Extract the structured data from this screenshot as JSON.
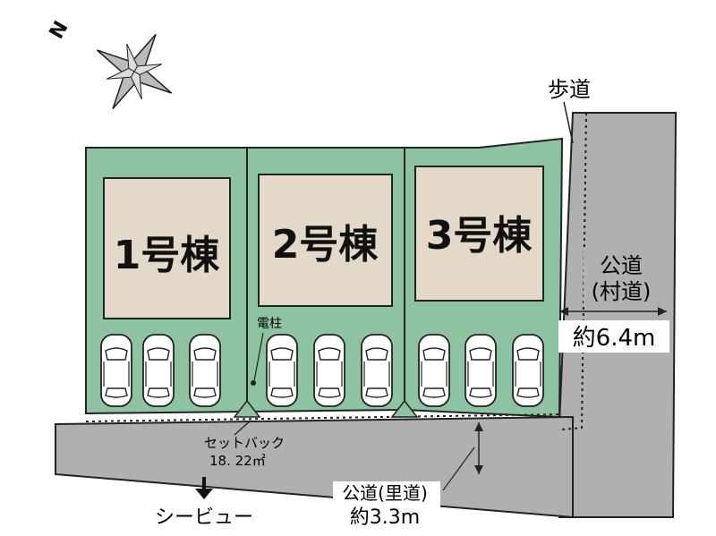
{
  "compass": {
    "north_letter": "N"
  },
  "lots": [
    {
      "label": "1号棟"
    },
    {
      "label": "2号棟"
    },
    {
      "label": "3号棟"
    }
  ],
  "labels": {
    "sidewalk": "歩道",
    "village_road_line1": "公道",
    "village_road_line2": "(村道)",
    "village_road_width": "約6.4m",
    "utility_pole": "電柱",
    "setback_line1": "セットバック",
    "setback_line2": "18. 22㎡",
    "sato_road_line1": "公道(里道)",
    "sato_road_width": "約3.3m",
    "seaview": "シービュー"
  },
  "colors": {
    "lot_green": "#8ec3a2",
    "building_beige": "#e4d9c8",
    "road_gray": "#b0b0b0",
    "outline": "#222222"
  }
}
